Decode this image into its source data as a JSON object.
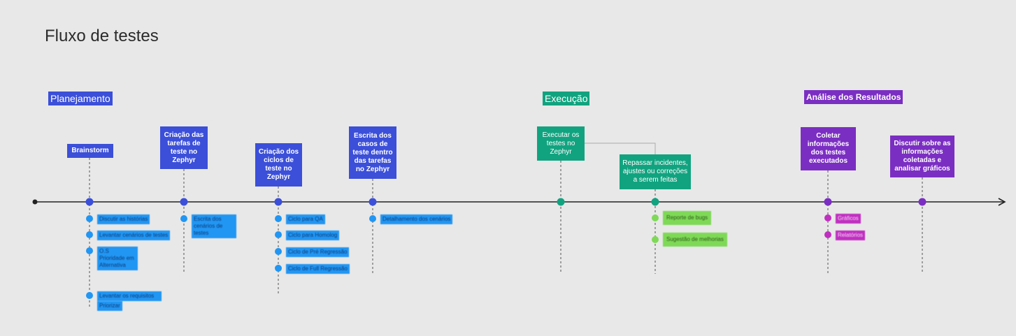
{
  "title": "Fluxo de testes",
  "phases": {
    "planejamento": "Planejamento",
    "execucao": "Execução",
    "analise": "Análise dos Resultados"
  },
  "cards": {
    "brainstorm": "Brainstorm",
    "criacao_tarefas": "Criação das tarefas de teste no Zephyr",
    "criacao_ciclos": "Criação dos ciclos de teste no Zephyr",
    "escrita_casos": "Escrita dos casos de teste dentro das tarefas no Zephyr",
    "executar": "Executar os testes no Zephyr",
    "repassar": "Repassar incidentes, ajustes ou correções a serem feitas",
    "coletar": "Coletar informações dos testes executados",
    "discutir": "Discutir sobre as informações coletadas e analisar gráficos"
  },
  "chips": {
    "brainstorm": [
      "Discutir as histórias",
      "Levantar cenários de testes",
      "O.S Prioridade em Alternativa",
      "Levantar os requisitos",
      "Priorizar"
    ],
    "tarefas": [
      "Escrita dos cenários de testes"
    ],
    "ciclos": [
      "Ciclo para QA",
      "Ciclo para Homolog",
      "Ciclo de Pré Regressão",
      "Ciclo de Full Regressão"
    ],
    "casos": [
      "Detalhamento dos cenários"
    ],
    "repassar": [
      "Reporte de bugs",
      "Sugestão de melhorias"
    ],
    "coletar": [
      "Gráficos",
      "Relatórios"
    ]
  },
  "colors": {
    "planejamento": "#3b4fd9",
    "execucao": "#11a37f",
    "analise": "#7b2ec2",
    "axis": "#222222",
    "chip_blue": "#2196f3",
    "chip_green": "#7ed957",
    "chip_pink": "#c02fc0"
  }
}
